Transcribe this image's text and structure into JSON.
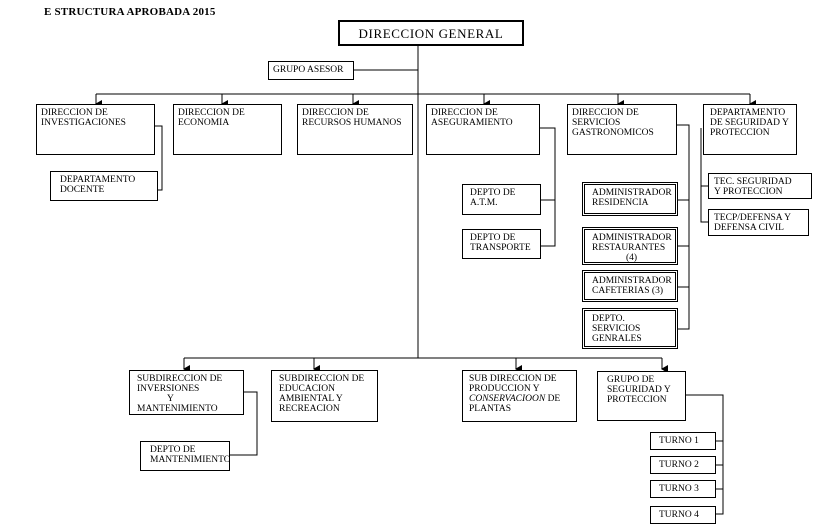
{
  "title": "E STRUCTURA APROBADA 2015",
  "nodes": {
    "direccion_general": "DIRECCION GENERAL",
    "grupo_asesor": "GRUPO ASESOR",
    "dir_investigaciones": [
      "DIRECCION DE",
      "INVESTIGACIONES"
    ],
    "depto_docente": [
      "DEPARTAMENTO",
      "DOCENTE"
    ],
    "dir_economia": [
      "DIRECCION DE",
      "ECONOMIA"
    ],
    "dir_rrhh": [
      "DIRECCION DE",
      "RECURSOS HUMANOS"
    ],
    "dir_aseguramiento": [
      "DIRECCION DE",
      "ASEGURAMIENTO"
    ],
    "depto_atm": [
      "DEPTO  DE",
      "A.T.M."
    ],
    "depto_transporte": [
      "DEPTO  DE",
      "TRANSPORTE"
    ],
    "dir_gastronomicos": [
      "DIRECCION DE",
      "SERVICIOS",
      "GASTRONOMICOS"
    ],
    "admin_residencia": [
      "ADMINISTRADOR",
      "RESIDENCIA"
    ],
    "admin_restaurantes": [
      "ADMINISTRADOR",
      "RESTAURANTES",
      "(4)"
    ],
    "admin_cafeterias": [
      "ADMINISTRADOR",
      "CAFETERIAS  (3)"
    ],
    "depto_servicios": [
      "DEPTO.",
      "SERVICIOS",
      "GENRALES"
    ],
    "depto_seguridad": [
      "DEPARTAMENTO",
      "DE  SEGURIDAD Y",
      "PROTECCION"
    ],
    "tec_seguridad": [
      "TEC.  SEGURIDAD",
      "Y  PROTECCION"
    ],
    "tecp_defensa": [
      "TECP/DEFENSA Y",
      "DEFENSA  CIVIL"
    ],
    "sub_inversiones": [
      "SUBDIRECCION DE",
      "INVERSIONES",
      "Y",
      "MANTENIMIENTO"
    ],
    "depto_mantenimiento": [
      "DEPTO  DE",
      "MANTENIMIENTO"
    ],
    "sub_educacion": [
      "SUBDIRECCION DE",
      "EDUCACION",
      "AMBIENTAL Y",
      "RECREACION"
    ],
    "sub_produccion": [
      "SUB DIRECCION DE",
      "PRODUCCION Y",
      "CONSERVACIOON",
      "DE",
      "PLANTAS"
    ],
    "grupo_seguridad": [
      "GRUPO   DE",
      "SEGURIDAD  Y",
      "PROTECCION"
    ],
    "turno_1": "TURNO  1",
    "turno_2": "TURNO  2",
    "turno_3": "TURNO  3",
    "turno_4": "TURNO  4"
  }
}
